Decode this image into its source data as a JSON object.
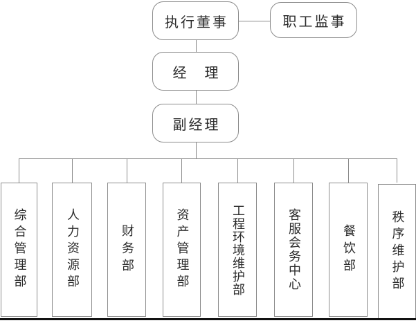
{
  "title_nodes": {
    "executive_director": "执行董事",
    "staff_supervisor": "职工监事",
    "manager": "经　理",
    "deputy_manager": "副经理"
  },
  "departments": [
    {
      "label": "综合管理部"
    },
    {
      "label": "人力资源部"
    },
    {
      "label": "财务部"
    },
    {
      "label": "资产管理部"
    },
    {
      "label": "工程环境维护部"
    },
    {
      "label": "客服会务中心"
    },
    {
      "label": "餐饮部"
    },
    {
      "label": "秩序维护部"
    }
  ],
  "colors": {
    "line": "#8a8a8a",
    "border": "#8a8a8a",
    "text": "#2b2b2b",
    "bottom_rule": "#121212",
    "background": "#ffffff"
  }
}
